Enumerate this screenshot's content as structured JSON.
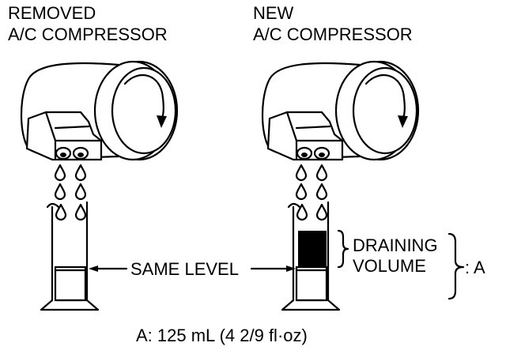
{
  "labels": {
    "removed_line1": "REMOVED",
    "removed_line2": "A/C COMPRESSOR",
    "new_line1": "NEW",
    "new_line2": "A/C COMPRESSOR",
    "same_level": "SAME LEVEL",
    "draining_line1": "DRAINING",
    "draining_line2": "VOLUME",
    "a_marker": ": A",
    "footnote": "A: 125 mL (4 2/9 fl·oz)"
  },
  "colors": {
    "ink": "#000000",
    "paper": "#ffffff",
    "oil_fill": "#000000"
  }
}
